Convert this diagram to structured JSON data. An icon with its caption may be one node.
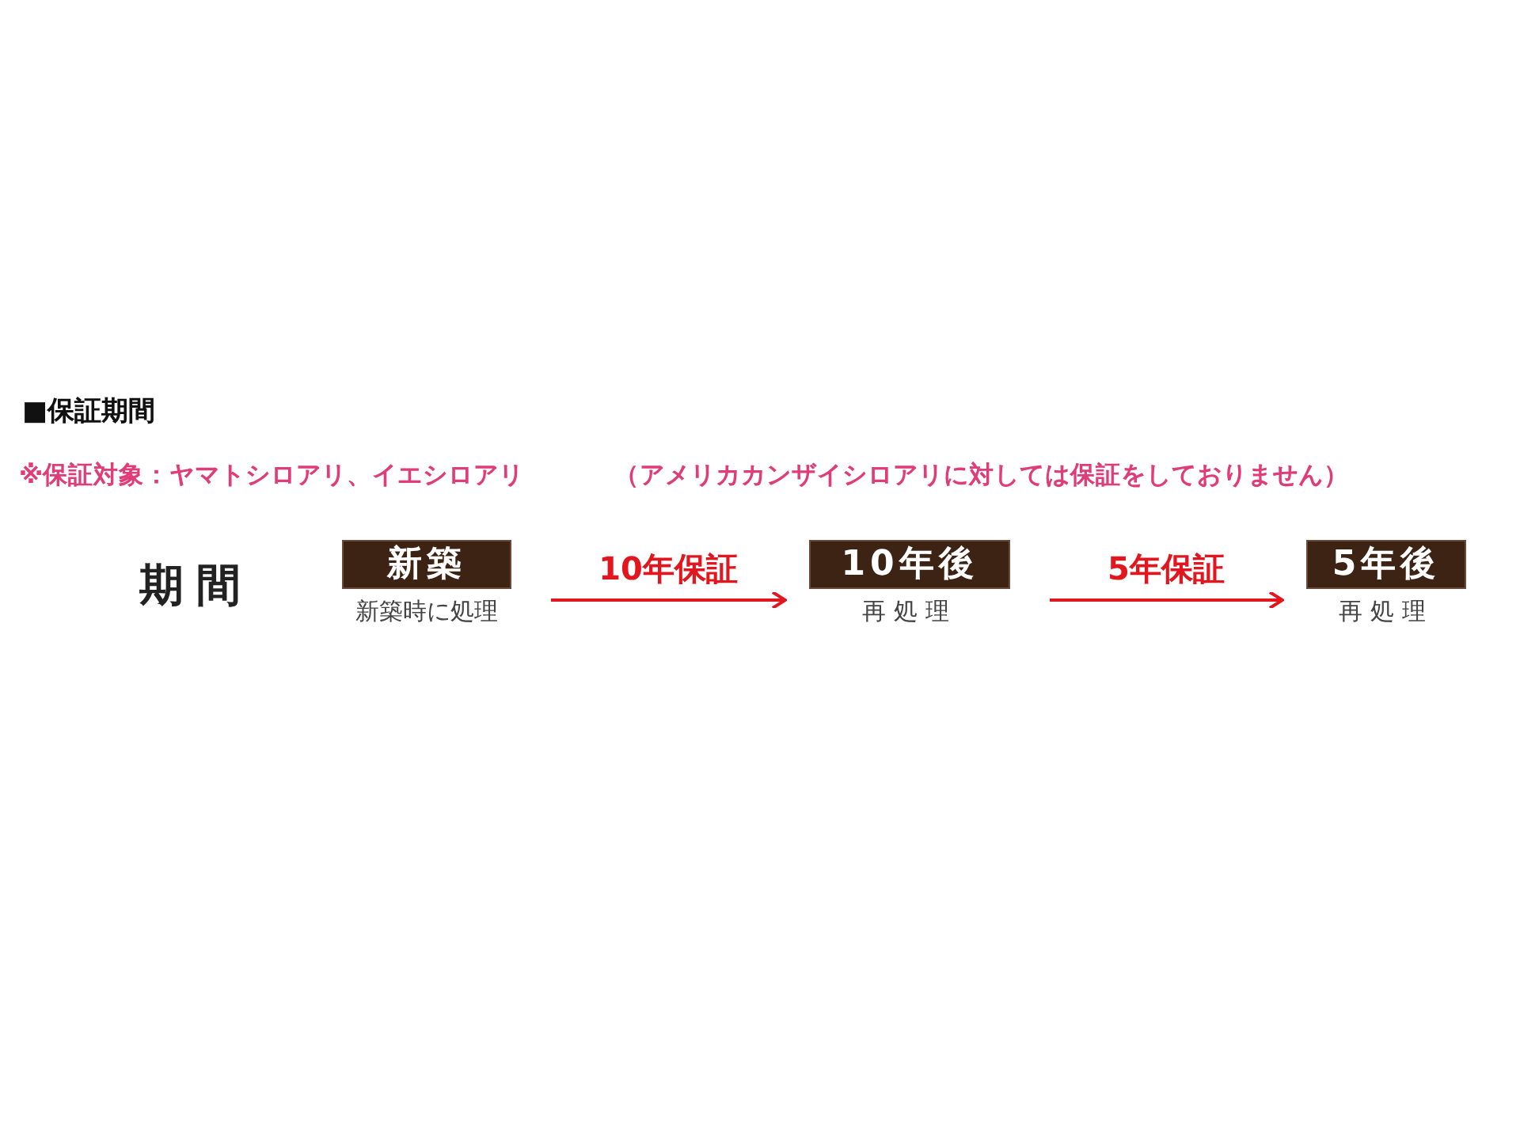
{
  "diagram": {
    "title": "■保証期間",
    "nodes": [
      {
        "text": [
          "新築"
        ],
        "beside": [
          "新築時に処理"
        ]
      },
      {
        "text": [
          "10年後"
        ],
        "beside": [
          "再処理"
        ]
      },
      {
        "text": [
          "5年後"
        ],
        "beside": [
          "再処理"
        ]
      }
    ],
    "edges": [
      {
        "from": 0,
        "to": 1,
        "arrow": "to",
        "label": "10年保証"
      },
      {
        "from": 1,
        "to": 2,
        "arrow": "to",
        "label": "5年保証"
      }
    ],
    "labels": [
      "※保証対象：ヤマトシロアリ、イエシロアリ",
      "（アメリカカンザイシロアリに対しては保証をしておりません）",
      "期間"
    ]
  }
}
